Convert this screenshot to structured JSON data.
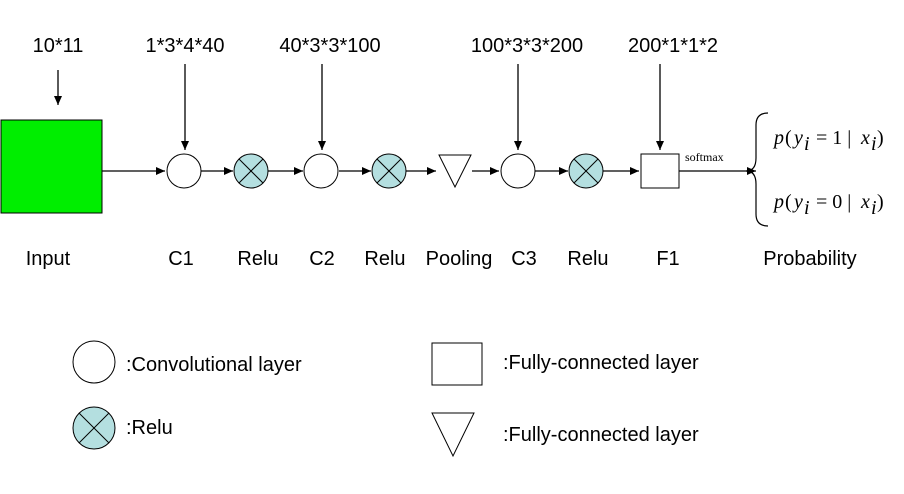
{
  "diagram": {
    "dims": {
      "input": "10*11",
      "c1": "1*3*4*40",
      "c2": "40*3*3*100",
      "c3": "100*3*3*200",
      "f1": "200*1*1*2"
    },
    "labels": {
      "input": "Input",
      "c1": "C1",
      "relu1": "Relu",
      "c2": "C2",
      "relu2": "Relu",
      "pooling": "Pooling",
      "c3": "C3",
      "relu3": "Relu",
      "f1": "F1",
      "probability": "Probability"
    },
    "softmax": "softmax",
    "prob1": {
      "p": "p",
      "y": "y",
      "i": "i",
      "eq": "= 1 |",
      "x": "x"
    },
    "prob0": {
      "p": "p",
      "y": "y",
      "i": "i",
      "eq": "= 0 |",
      "x": "x"
    }
  },
  "legend": {
    "conv": ":Convolutional layer",
    "relu": ":Relu",
    "fc": ":Fully-connected layer",
    "pool": ":Fully-connected layer"
  },
  "colors": {
    "input_fill": "#00ee00",
    "relu_fill": "#b4dfe0",
    "stroke": "#000000"
  }
}
